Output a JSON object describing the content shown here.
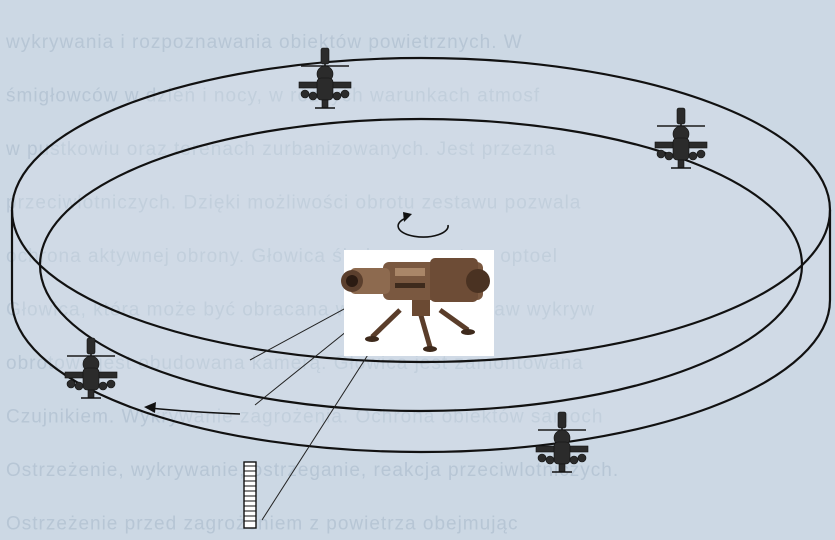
{
  "figure": {
    "background_color": "#ccd8e4",
    "ring_color": "#111111",
    "background_text_lines": [
      "wykrywania i rozpoznawania obiektów powietrznych. W",
      "śmigłowców w dzień i nocy, w różnych warunkach atmosf",
      "w pustkowiu oraz terenach zurbanizowanych. Jest przezna",
      "przeciwlotniczych. Dzięki możliwości obrotu zestawu pozwala",
      "ochrona aktywnej obrony. Głowica śledząca, system optoel",
      "Głowica, która może być obracana w poziomie. Zestaw wykryw",
      "obrotowa jest obudowana kamerą. Głowica jest zamontowana",
      "Czujnikiem. Wykrywanie zagrożenia. Ochrona obiektów samoch",
      "Ostrzeżenie, wykrywanie, ostrzeganie, reakcja przeciwlotniczych.",
      "Ostrzeżenie przed zagrożeniem z powietrza obejmując"
    ],
    "icons": {
      "center_device": "optical-tracking-head-on-tripod",
      "targets": "attack-helicopter",
      "rotation_indicator": "curved-rotation-arrow",
      "direction_indicator": "arrow-left",
      "scan_line": "vertical-scanning-ladder"
    },
    "helicopters": [
      {
        "name": "helicopter-top"
      },
      {
        "name": "helicopter-right"
      },
      {
        "name": "helicopter-left"
      },
      {
        "name": "helicopter-bottom"
      }
    ]
  }
}
